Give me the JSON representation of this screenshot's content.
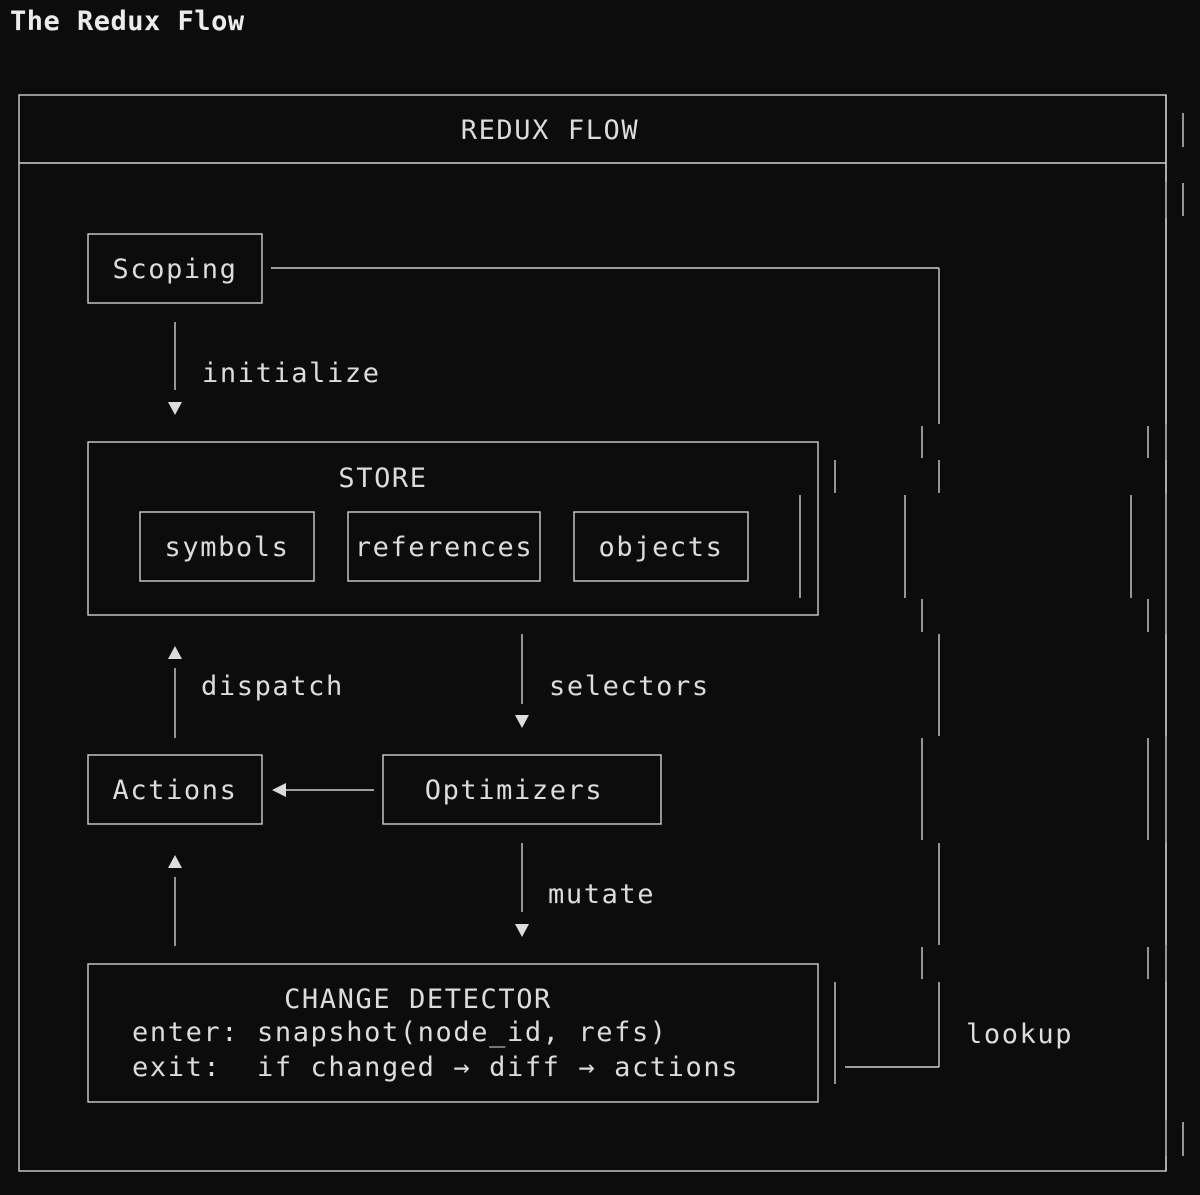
{
  "page": {
    "title": "The Redux Flow"
  },
  "frame": {
    "title": "REDUX FLOW"
  },
  "nodes": {
    "scoping": "Scoping",
    "store": {
      "title": "STORE",
      "items": [
        "symbols",
        "references",
        "objects"
      ]
    },
    "actions": "Actions",
    "optimizers": "Optimizers",
    "change_detector": {
      "title": "CHANGE DETECTOR",
      "lines": [
        "enter: snapshot(node_id, refs)",
        "exit:  if changed → diff → actions"
      ]
    }
  },
  "edges": {
    "initialize": "initialize",
    "dispatch": "dispatch",
    "selectors": "selectors",
    "mutate": "mutate",
    "lookup": "lookup"
  }
}
